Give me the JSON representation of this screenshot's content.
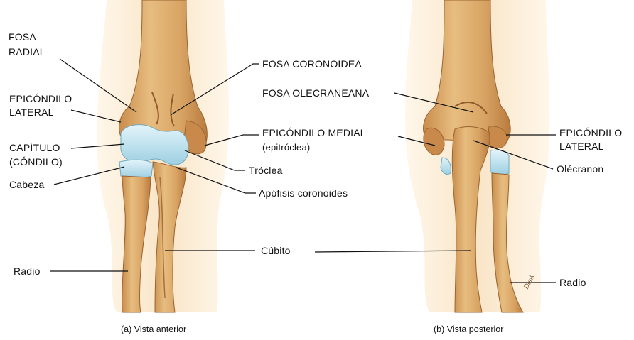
{
  "labels": {
    "fosa_radial": [
      "FOSA",
      "RADIAL"
    ],
    "epicondilo_lateral_a": [
      "EPICÓNDILO",
      "LATERAL"
    ],
    "capitulo": [
      "CAPÍTULO",
      "(CÓNDILO)"
    ],
    "cabeza": "Cabeza",
    "radio_a": "Radio",
    "fosa_coronoidea": "FOSA CORONOIDEA",
    "epicondilo_medial": "EPICÓNDILO MEDIAL",
    "epitroclea": "(epitróclea)",
    "troclea": "Tróclea",
    "apofisis_coronoides": "Apófisis coronoides",
    "cubito": "Cúbito",
    "fosa_olecraneana": "FOSA OLECRANEANA",
    "epicondilo_lateral_b": [
      "EPICÓNDILO",
      "LATERAL"
    ],
    "olecranon": "Olécranon",
    "radio_b": "Radio"
  },
  "captions": {
    "anterior": "(a) Vista anterior",
    "posterior": "(b) Vista posterior"
  },
  "signature": "Dunk",
  "colors": {
    "bone": "#d9a868",
    "bone_dark": "#b77a3e",
    "bone_light": "#ecc88e",
    "cartilage": "#bfe3ef",
    "skin": "#fbe8cc",
    "line": "#111111"
  }
}
